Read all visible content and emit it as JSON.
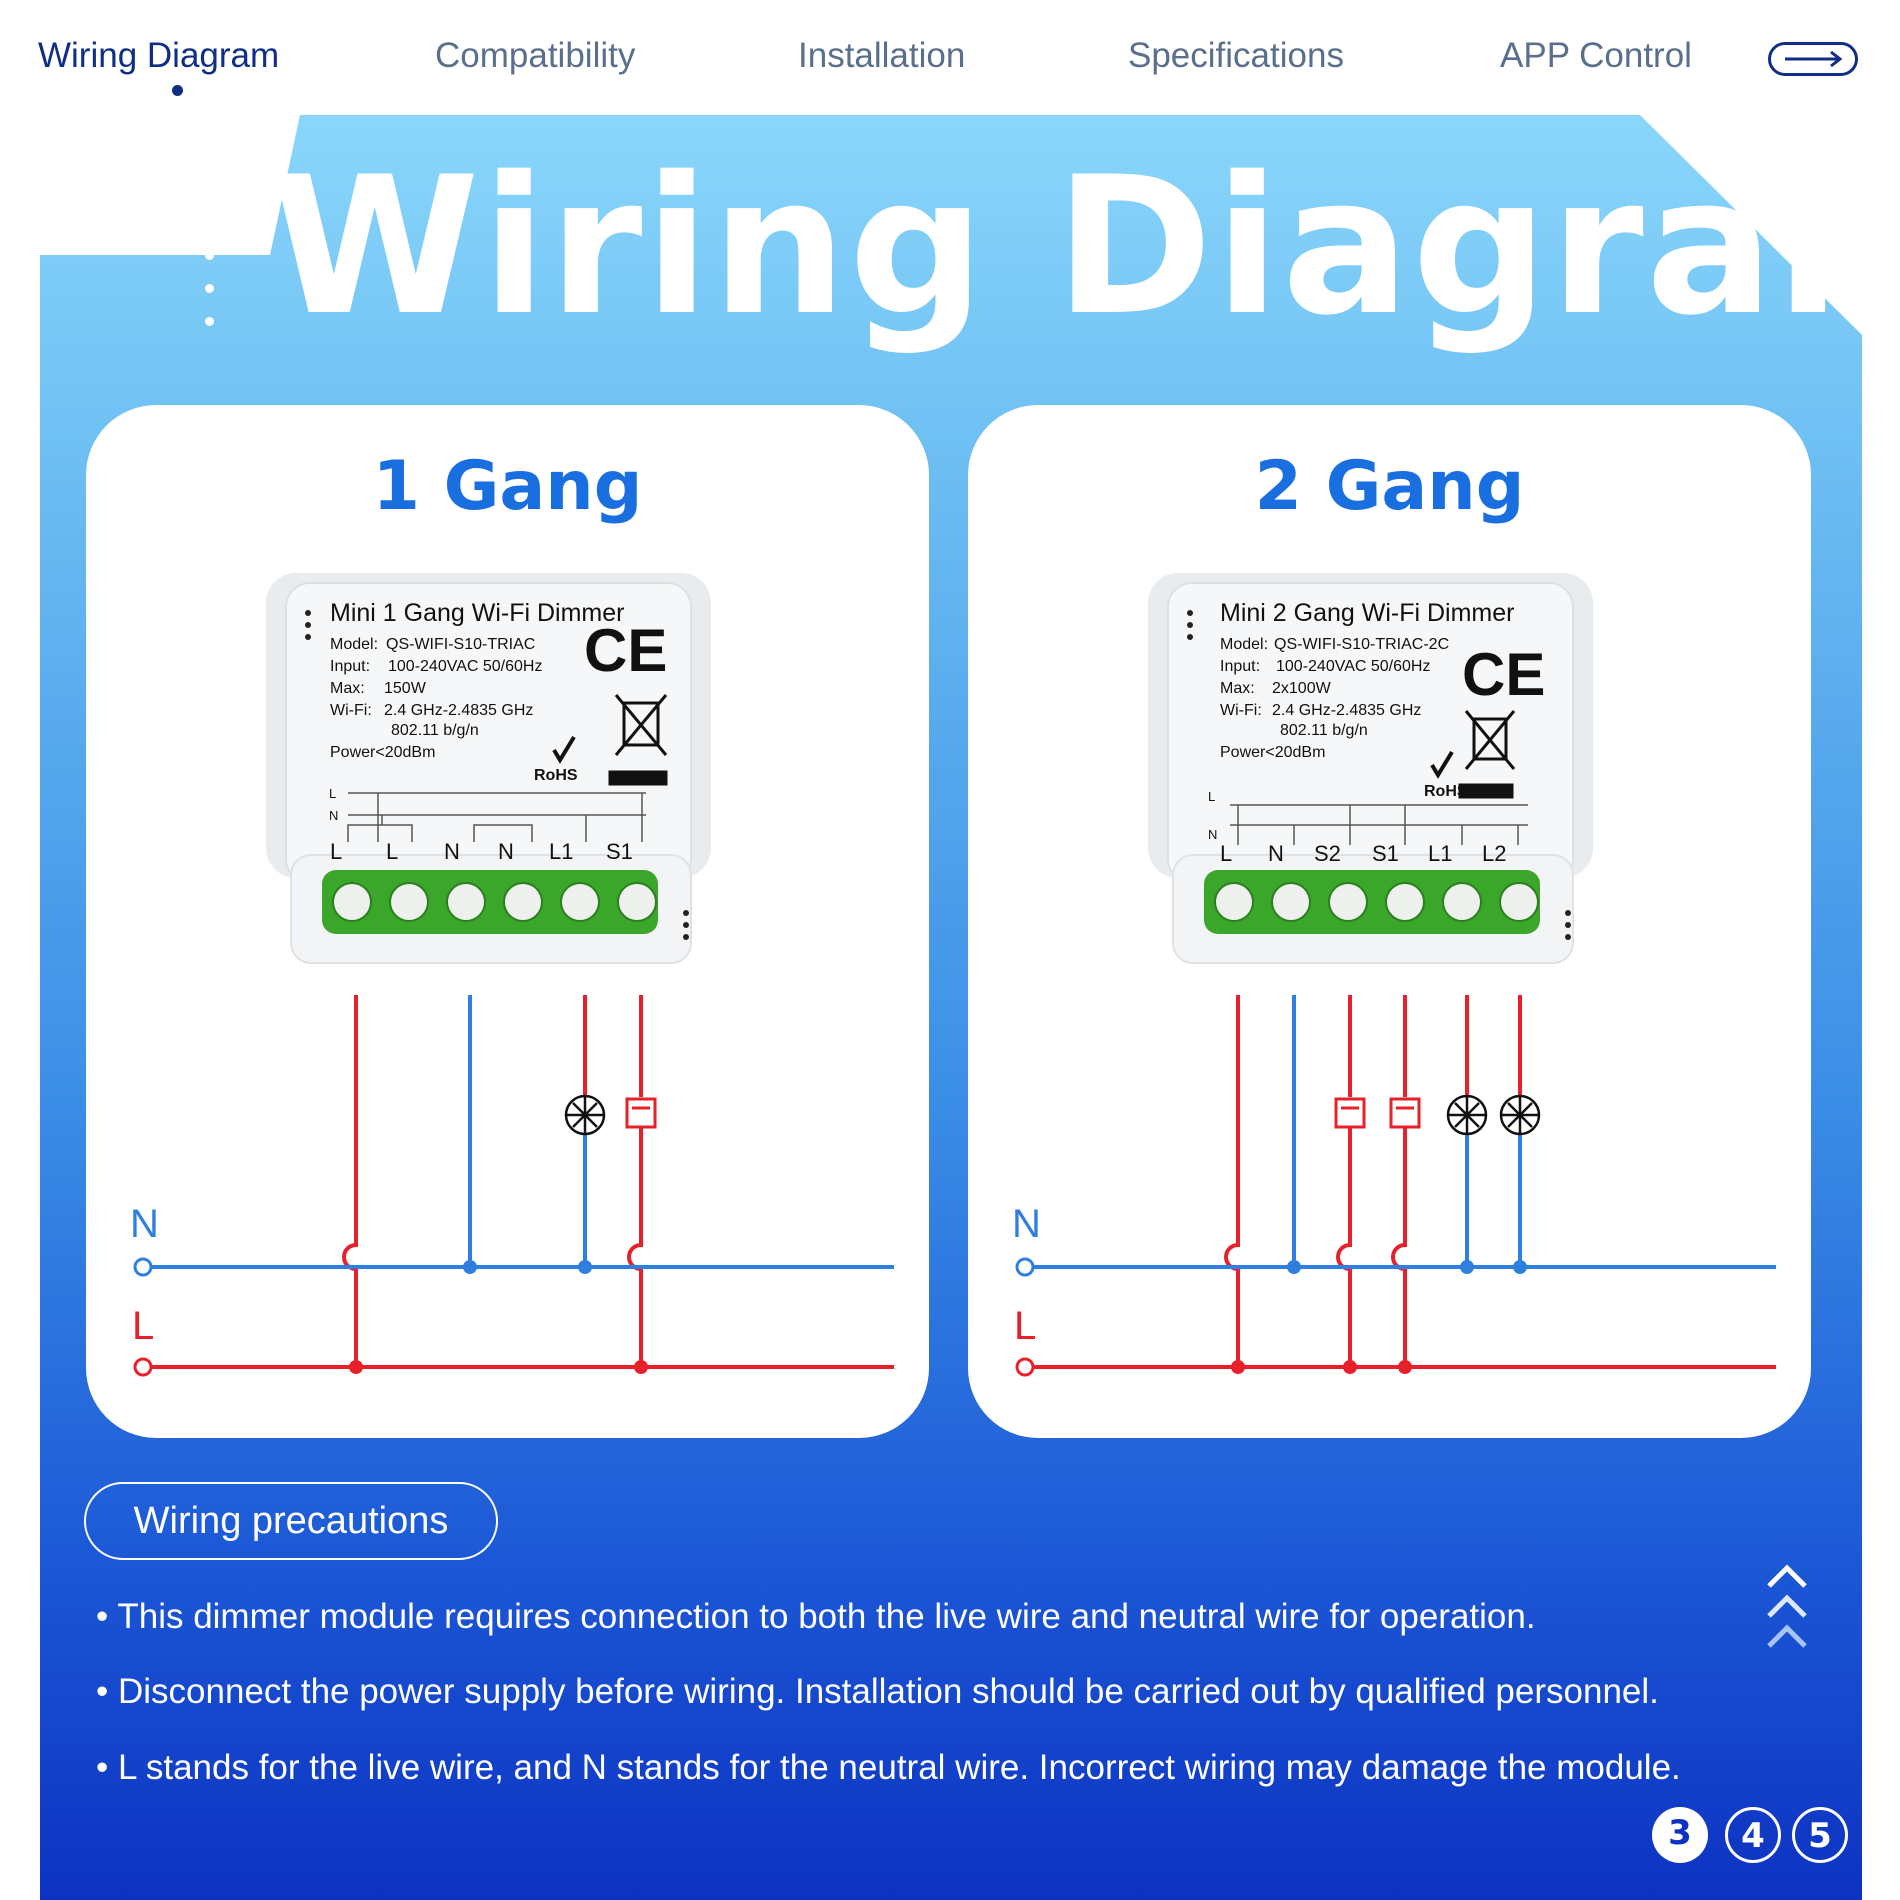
{
  "nav": {
    "tabs": [
      {
        "label": "Wiring Diagram",
        "active": true
      },
      {
        "label": "Compatibility"
      },
      {
        "label": "Installation"
      },
      {
        "label": "Specifications"
      },
      {
        "label": "APP Control"
      }
    ]
  },
  "main_title": "Wiring Diagram",
  "gang1": {
    "title": "1 Gang",
    "module": {
      "name": "Mini 1 Gang Wi-Fi Dimmer",
      "model_label": "Model:",
      "model": "QS-WIFI-S10-TRIAC",
      "input_label": "Input:",
      "input": "100-240VAC 50/60Hz",
      "max_label": "Max:",
      "max": "150W",
      "wifi_label": "Wi-Fi:",
      "wifi": "2.4 GHz-2.4835 GHz",
      "wifi_std": "802.11 b/g/n",
      "power": "Power<20dBm",
      "rohs": "RoHS",
      "ce": "CE",
      "bus_l": "L",
      "bus_n": "N",
      "terminals": [
        "L",
        "L",
        "N",
        "N",
        "L1",
        "S1"
      ]
    },
    "line_n": "N",
    "line_l": "L"
  },
  "gang2": {
    "title": "2 Gang",
    "module": {
      "name": "Mini 2 Gang Wi-Fi Dimmer",
      "model_label": "Model:",
      "model": "QS-WIFI-S10-TRIAC-2C",
      "input_label": "Input:",
      "input": "100-240VAC 50/60Hz",
      "max_label": "Max:",
      "max": "2x100W",
      "wifi_label": "Wi-Fi:",
      "wifi": "2.4 GHz-2.4835 GHz",
      "wifi_std": "802.11 b/g/n",
      "power": "Power<20dBm",
      "rohs": "RoHS",
      "ce": "CE",
      "bus_l": "L",
      "bus_n": "N",
      "terminals": [
        "L",
        "N",
        "S2",
        "S1",
        "L1",
        "L2"
      ]
    },
    "line_n": "N",
    "line_l": "L"
  },
  "precautions": {
    "title": "Wiring precautions",
    "items": [
      "• This dimmer module requires connection to both the live wire and neutral wire for operation.",
      "• Disconnect the power supply before wiring. Installation should be carried out by qualified personnel.",
      "• L stands for the live wire, and N stands for the neutral wire. Incorrect wiring may damage the module."
    ]
  },
  "pager": [
    "3",
    "4",
    "5"
  ],
  "colors": {
    "live": "#e8202a",
    "neutral": "#2f7fe0",
    "accent": "#1a6fe0",
    "terminal": "#3aa62a"
  },
  "icons": [
    "arrow-right-icon",
    "chevron-up-icon",
    "bulb-icon",
    "switch-icon",
    "ce-mark-icon",
    "weee-bin-icon"
  ]
}
